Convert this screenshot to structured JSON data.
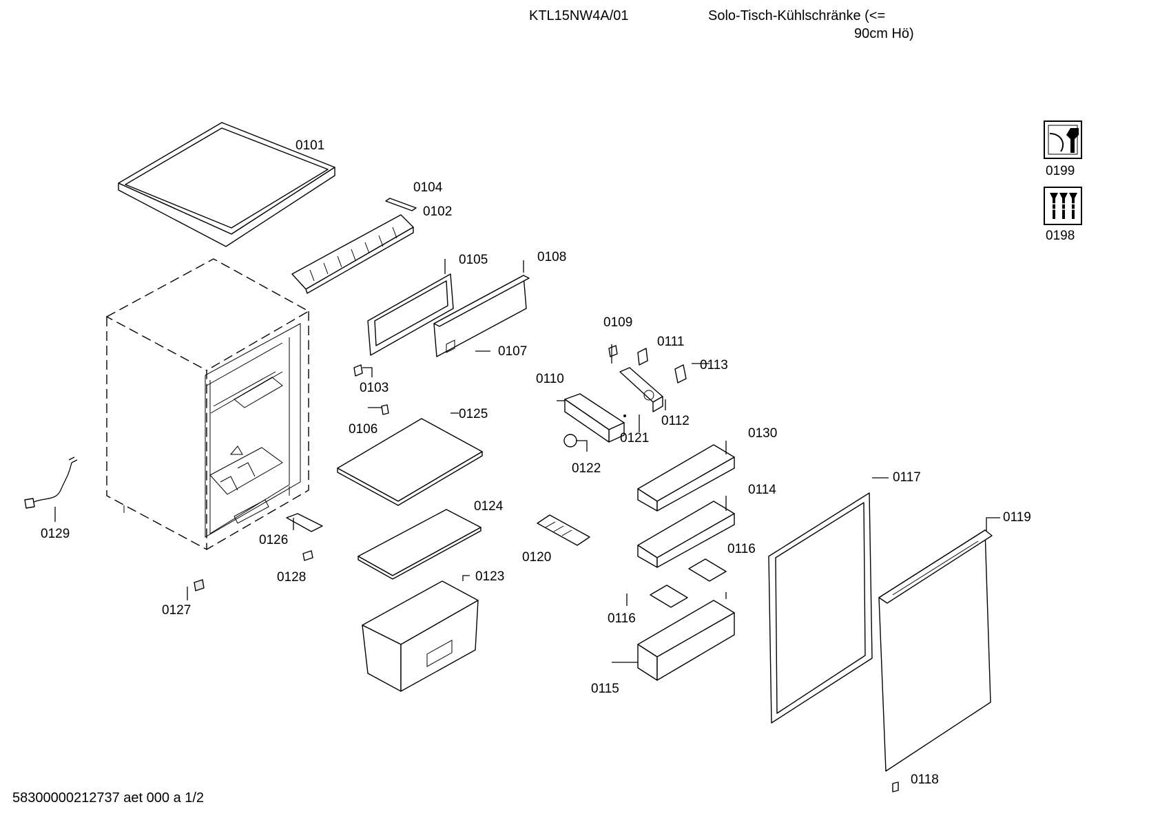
{
  "header": {
    "model": "KTL15NW4A/01",
    "description_line1": "Solo-Tisch-Kühlschränke (<=",
    "description_line2": "90cm Hö)"
  },
  "footer": {
    "document_id": "58300000212737 aet 000 a 1/2"
  },
  "parts": {
    "p0101": "0101",
    "p0102": "0102",
    "p0103": "0103",
    "p0104": "0104",
    "p0105": "0105",
    "p0106": "0106",
    "p0107": "0107",
    "p0108": "0108",
    "p0109": "0109",
    "p0110": "0110",
    "p0111": "0111",
    "p0112": "0112",
    "p0113": "0113",
    "p0114": "0114",
    "p0115": "0115",
    "p0116a": "0116",
    "p0116b": "0116",
    "p0117": "0117",
    "p0118": "0118",
    "p0119": "0119",
    "p0120": "0120",
    "p0121": "0121",
    "p0122": "0122",
    "p0123": "0123",
    "p0124": "0124",
    "p0125": "0125",
    "p0126": "0126",
    "p0127": "0127",
    "p0128": "0128",
    "p0129": "0129",
    "p0130": "0130",
    "p0198": "0198",
    "p0199": "0199"
  },
  "icons": {
    "service_kit": "wrench-manual-icon",
    "screw_set": "screws-icon"
  }
}
